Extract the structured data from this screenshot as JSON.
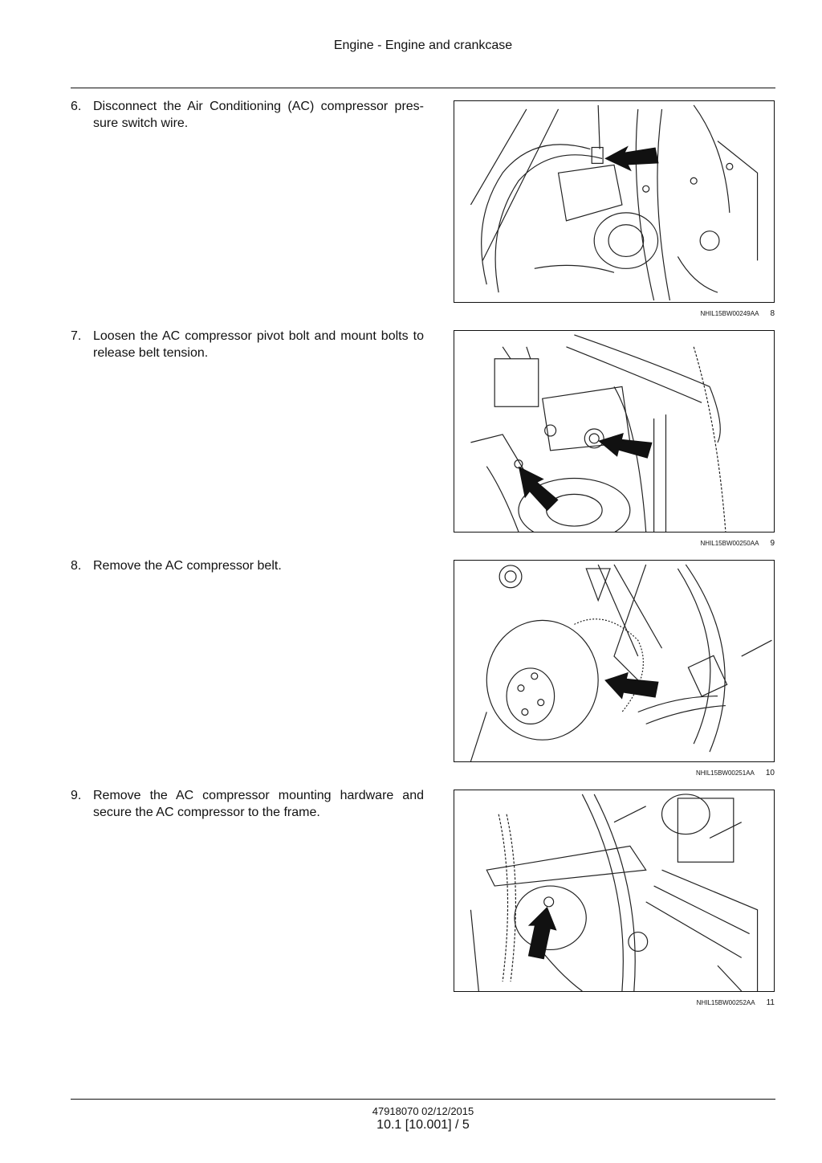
{
  "header": {
    "title": "Engine - Engine and crankcase"
  },
  "steps": [
    {
      "num": "6.",
      "text": "Disconnect the Air Conditioning (AC) compressor pres- sure switch wire.",
      "figure_code": "NHIL15BW00249AA",
      "figure_num": "8"
    },
    {
      "num": "7.",
      "text": "Loosen the AC compressor pivot bolt and mount bolts to release belt tension.",
      "figure_code": "NHIL15BW00250AA",
      "figure_num": "9"
    },
    {
      "num": "8.",
      "text": "Remove the AC compressor belt.",
      "figure_code": "NHIL15BW00251AA",
      "figure_num": "10"
    },
    {
      "num": "9.",
      "text": "Remove the AC compressor mounting hardware and secure the AC compressor to the frame.",
      "figure_code": "NHIL15BW00252AA",
      "figure_num": "11"
    }
  ],
  "footer": {
    "doc_code": "47918070 02/12/2015",
    "page": "10.1 [10.001] / 5"
  },
  "icons": [
    "arrow-icon"
  ]
}
